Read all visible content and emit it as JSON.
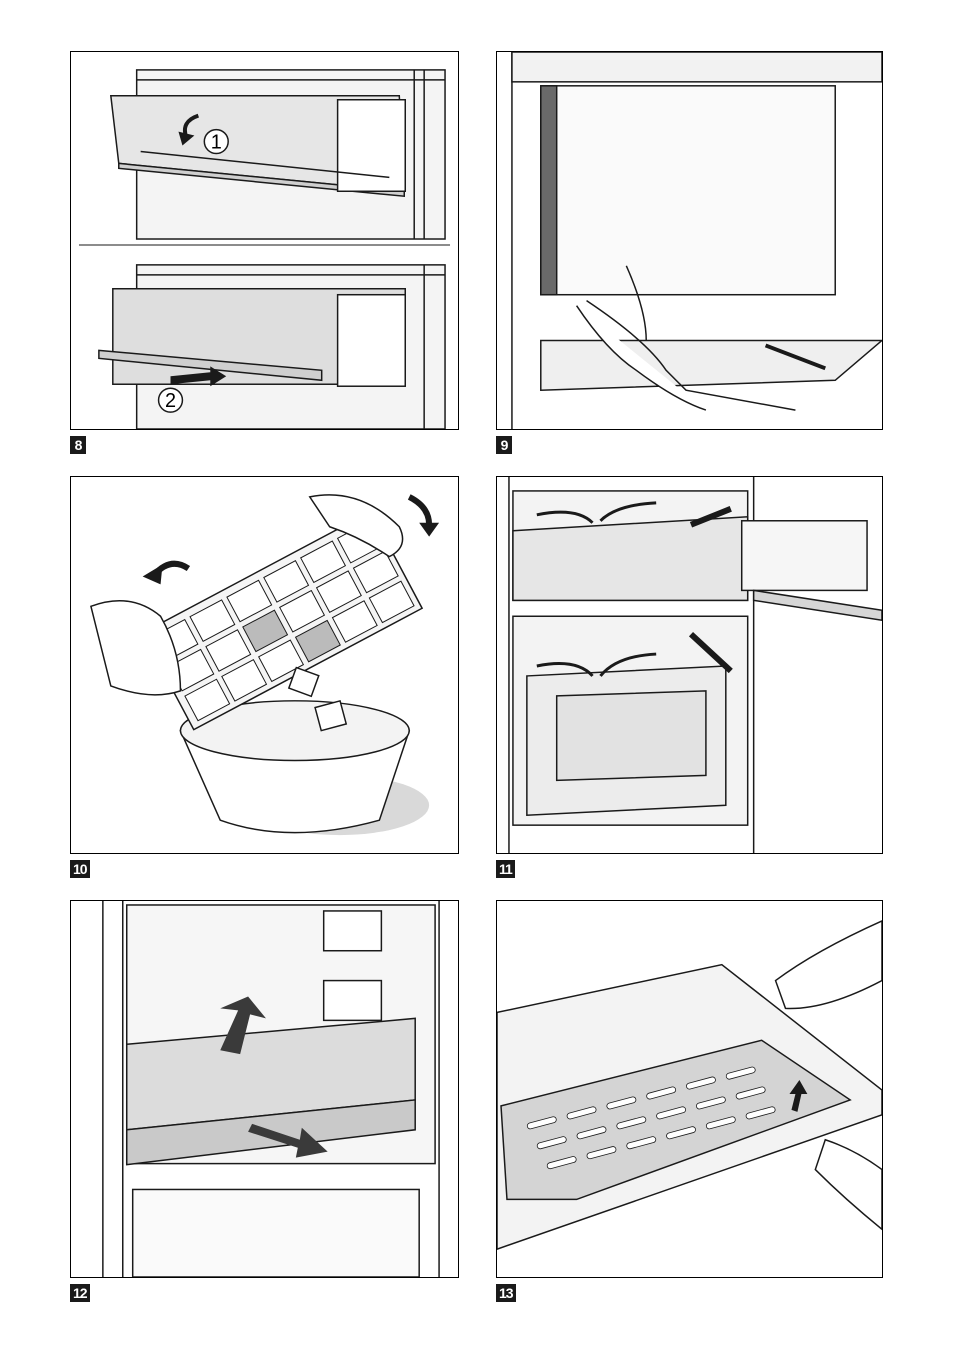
{
  "figures": [
    {
      "id": "fig-8",
      "label": "8",
      "steps": [
        "1",
        "2"
      ]
    },
    {
      "id": "fig-9",
      "label": "9"
    },
    {
      "id": "fig-10",
      "label": "10"
    },
    {
      "id": "fig-11",
      "label": "11"
    },
    {
      "id": "fig-12",
      "label": "12"
    },
    {
      "id": "fig-13",
      "label": "13"
    }
  ],
  "colors": {
    "line": "#1a1a1a",
    "shade": "#d9d9d9",
    "light": "#efefef",
    "badge": "#1a1a1a"
  }
}
